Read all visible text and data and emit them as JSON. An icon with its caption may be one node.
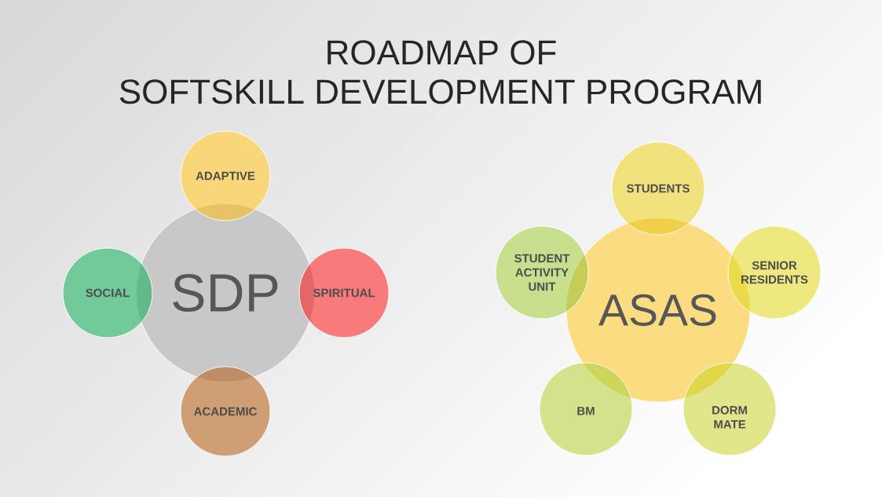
{
  "diagram": {
    "title": "ROADMAP OF SOFTSKILL DEVELOPMENT PROGRAM",
    "nodes": [
      {
        "text": [
          "SDP"
        ]
      },
      {
        "text": [
          "ADAPTIVE"
        ]
      },
      {
        "text": [
          "SOCIAL"
        ]
      },
      {
        "text": [
          "SPIRITUAL"
        ]
      },
      {
        "text": [
          "ACADEMIC"
        ]
      },
      {
        "text": [
          "ASAS"
        ]
      },
      {
        "text": [
          "STUDENTS"
        ]
      },
      {
        "text": [
          "STUDENT ACTIVITY UNIT"
        ]
      },
      {
        "text": [
          "SENIOR RESIDENTS"
        ]
      },
      {
        "text": [
          "BM"
        ]
      },
      {
        "text": [
          "DORM MATE"
        ]
      }
    ]
  }
}
